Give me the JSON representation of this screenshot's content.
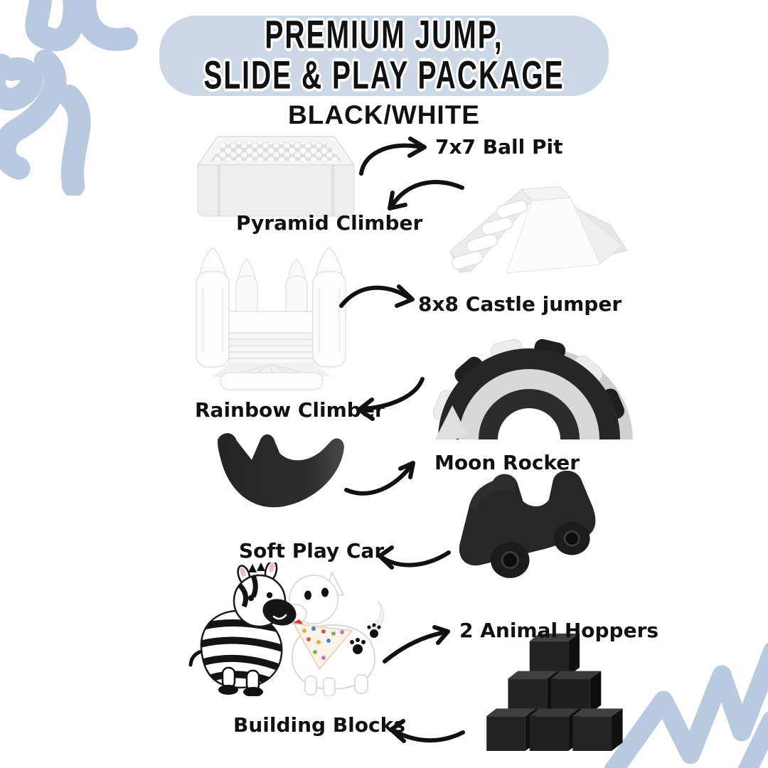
{
  "page": {
    "bg_color": "#ffffff",
    "accent_color": "#ccd8e6",
    "doodle_color": "#b9c9df",
    "text_color": "#111111",
    "item_black": "#262626",
    "item_white": "#f5f5f5"
  },
  "header": {
    "title_line1": "PREMIUM JUMP,",
    "title_line2": "SLIDE & PLAY PACKAGE",
    "subtitle": "BLACK/WHITE"
  },
  "items": [
    {
      "name": "ball-pit",
      "label": "7x7 Ball Pit",
      "image_side": "left",
      "label_side": "right"
    },
    {
      "name": "pyramid-climber",
      "label": "Pyramid Climber",
      "image_side": "right",
      "label_side": "left"
    },
    {
      "name": "castle-jumper",
      "label": "8x8 Castle jumper",
      "image_side": "left",
      "label_side": "right"
    },
    {
      "name": "rainbow-climber",
      "label": "Rainbow Climber",
      "image_side": "right",
      "label_side": "left"
    },
    {
      "name": "moon-rocker",
      "label": "Moon Rocker",
      "image_side": "left",
      "label_side": "right"
    },
    {
      "name": "soft-play-car",
      "label": "Soft Play Car",
      "image_side": "right",
      "label_side": "left"
    },
    {
      "name": "animal-hoppers",
      "label": "2 Animal Hoppers",
      "image_side": "left",
      "label_side": "right"
    },
    {
      "name": "building-blocks",
      "label": "Building Blocks",
      "image_side": "right",
      "label_side": "left"
    }
  ]
}
